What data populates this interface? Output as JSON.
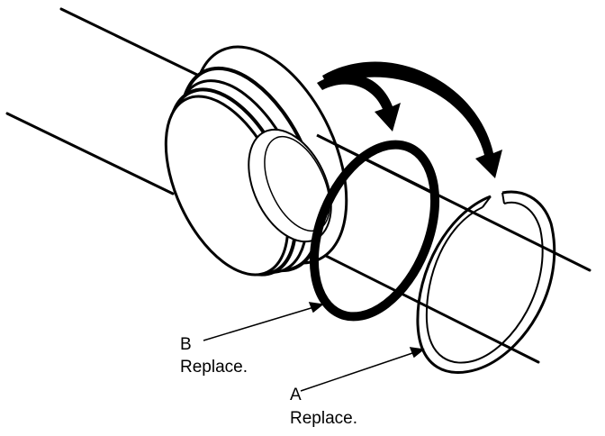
{
  "callouts": {
    "b": {
      "letter": "B",
      "action": "Replace."
    },
    "a": {
      "letter": "A",
      "action": "Replace."
    }
  },
  "colors": {
    "line": "#000000",
    "background": "#ffffff"
  },
  "icons": [
    "rotation-arrow-icon",
    "rotation-arrow-icon"
  ]
}
